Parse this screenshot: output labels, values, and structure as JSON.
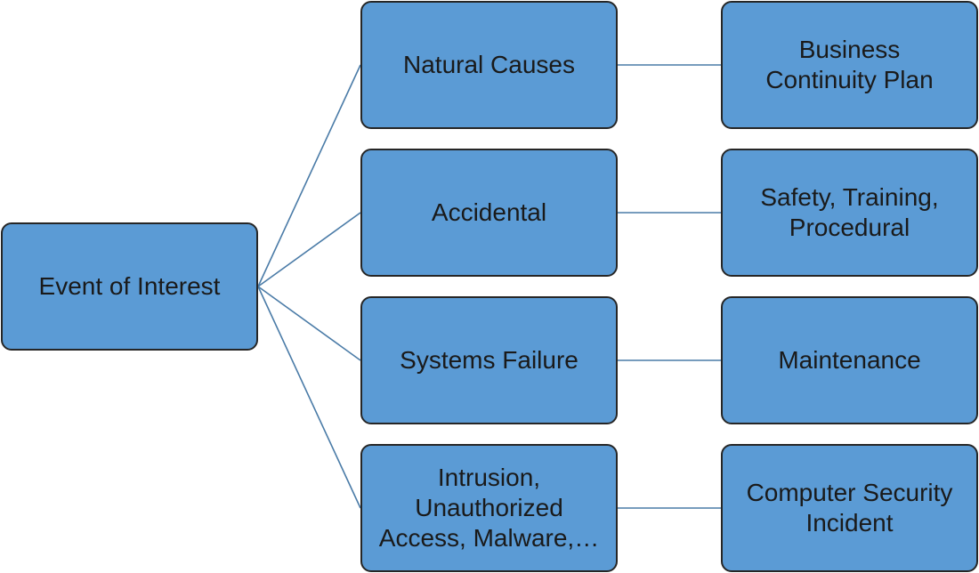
{
  "root": {
    "label": "Event of Interest"
  },
  "categories": [
    {
      "label": "Natural Causes",
      "response": "Business\nContinuity Plan"
    },
    {
      "label": "Accidental",
      "response": "Safety, Training,\nProcedural"
    },
    {
      "label": "Systems Failure",
      "response": "Maintenance"
    },
    {
      "label": "Intrusion,\nUnauthorized\nAccess, Malware,…",
      "response": "Computer Security\nIncident"
    }
  ],
  "colors": {
    "node_fill": "#5b9bd5",
    "node_border": "#262626",
    "connector": "#4a7ba7"
  }
}
